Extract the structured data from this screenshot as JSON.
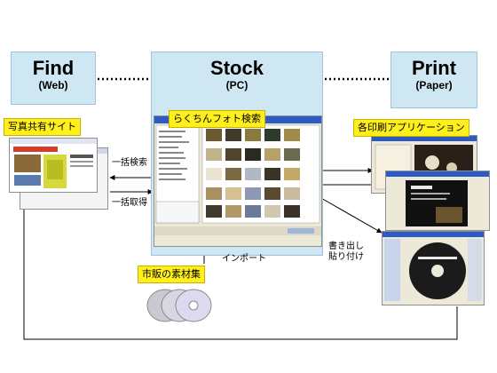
{
  "stages": {
    "find": {
      "title": "Find",
      "sub": "(Web)"
    },
    "stock": {
      "title": "Stock",
      "sub": "(PC)"
    },
    "print": {
      "title": "Print",
      "sub": "(Paper)"
    }
  },
  "callouts": {
    "find": "写真共有サイト",
    "stock": "らくちんフォト検索",
    "print": "各印刷アプリケーション",
    "materials": "市販の素材集"
  },
  "arrows": {
    "search": "一括検索",
    "fetch": "一括取得",
    "import": "インポート",
    "export": "書き出し\n貼り付け"
  },
  "colors": {
    "stage_fill": "#cfe7f3",
    "callout_fill": "#ffef1a",
    "line": "#000000"
  }
}
